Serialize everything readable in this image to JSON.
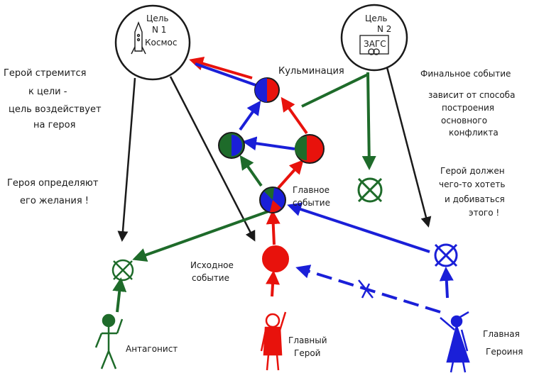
{
  "goal1": {
    "line1": "Цель",
    "line2": "N 1",
    "line3": "Космос"
  },
  "goal2": {
    "line1": "Цель",
    "line2": "N 2",
    "line3": "ЗАГС"
  },
  "labels": {
    "culmination": "Кульминация",
    "main_event_1": "Главное",
    "main_event_2": "событие",
    "initial_event_1": "Исходное",
    "initial_event_2": "событие",
    "hero_goal_1": "Герой стремится",
    "hero_goal_2": "к цели -",
    "hero_goal_3": "цель воздействует",
    "hero_goal_4": "на героя",
    "hero_desire_1": "Героя определяют",
    "hero_desire_2": "его желания !",
    "final_event_1": "Финальное событие",
    "final_event_2": "зависит от способа",
    "final_event_3": "построения",
    "final_event_4": "основного",
    "final_event_5": "конфликта",
    "hero_must_1": "Герой должен",
    "hero_must_2": "чего-то хотеть",
    "hero_must_3": "и добиваться",
    "hero_must_4": "этого !"
  },
  "characters": {
    "antagonist": "Антагонист",
    "main_hero_1": "Главный",
    "main_hero_2": "Герой",
    "heroine_1": "Главная",
    "heroine_2": "Героиня"
  },
  "colors": {
    "red": "#e8120c",
    "blue": "#1a1fd8",
    "green": "#1e6b2a",
    "ink": "#1a1a1a"
  }
}
